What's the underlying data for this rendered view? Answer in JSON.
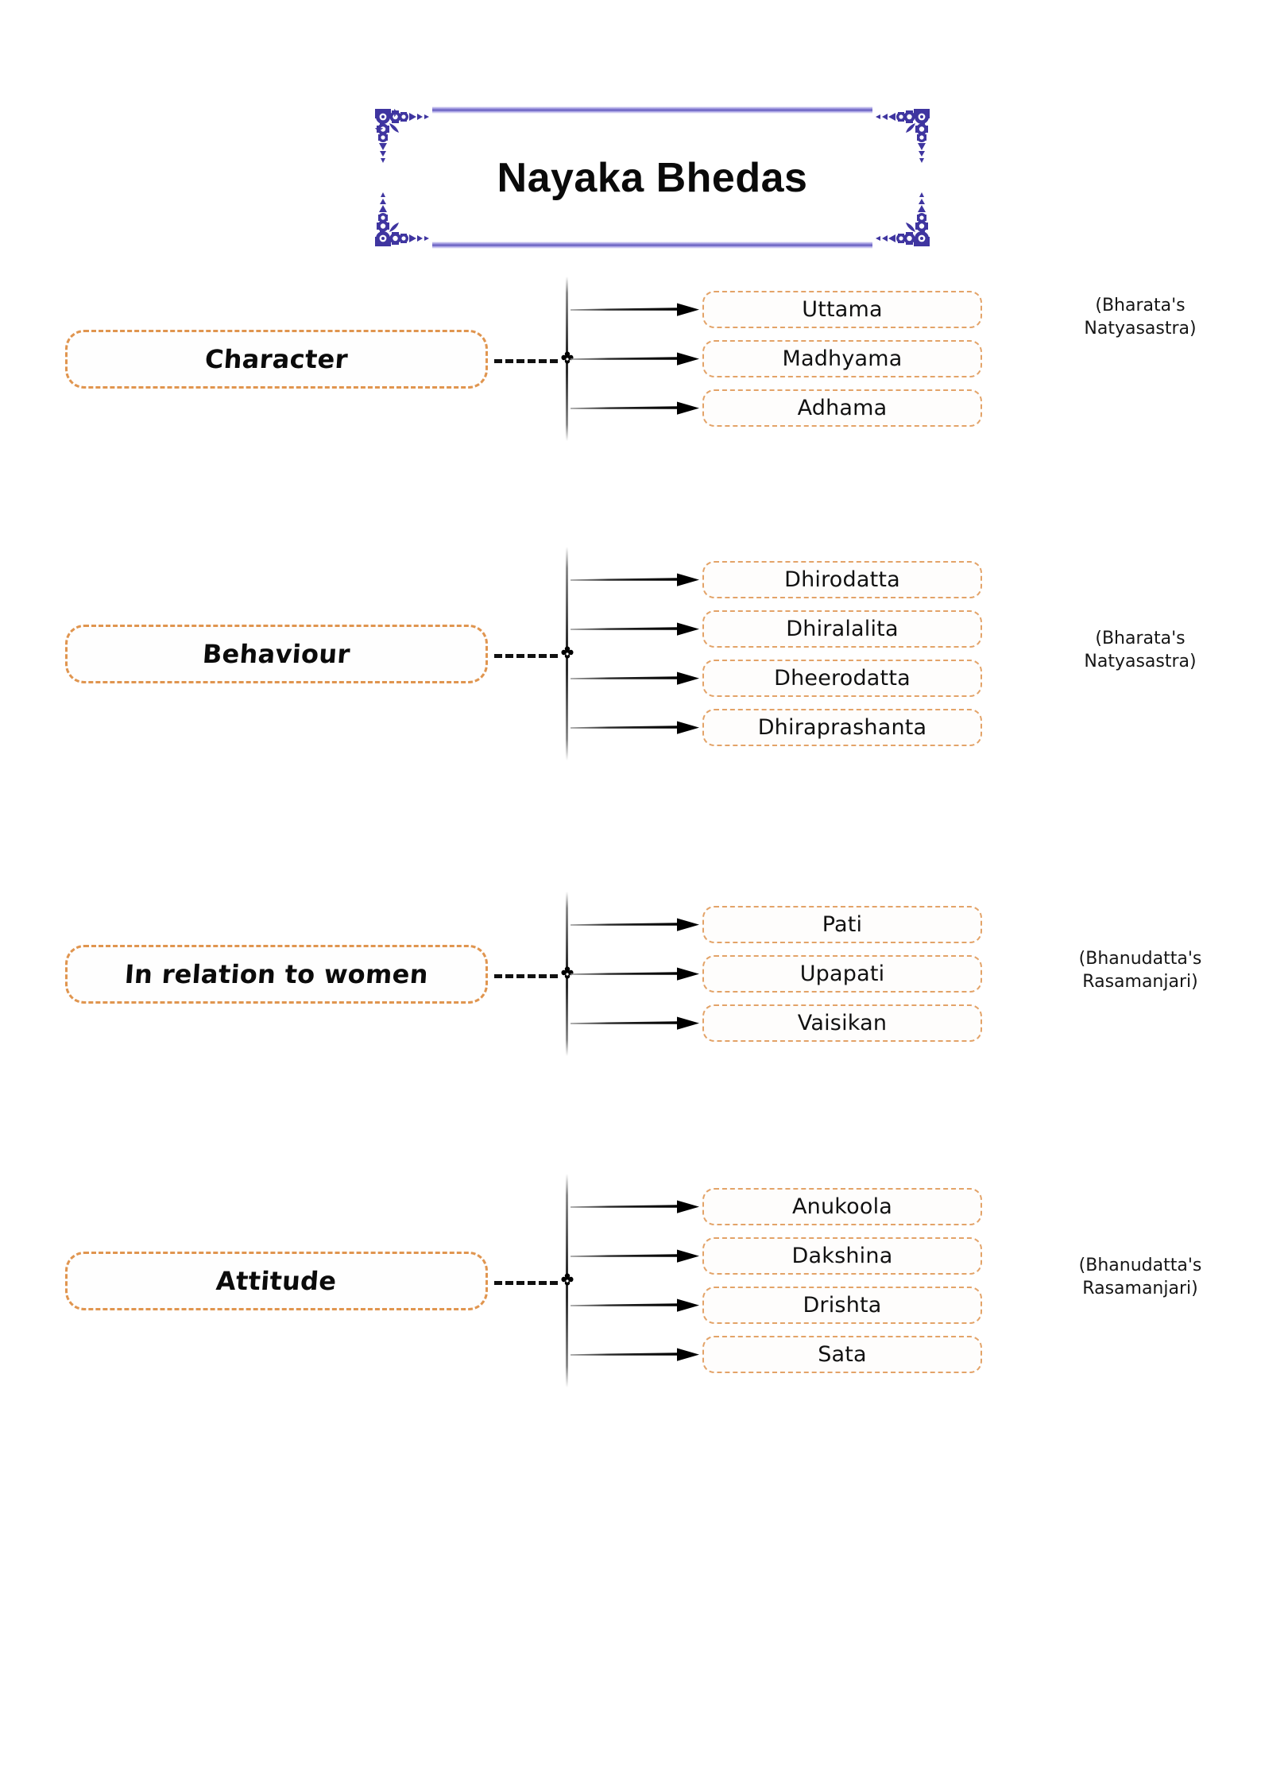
{
  "title": {
    "text": "Nayaka Bhedas",
    "frame_color": "#3f35a0",
    "frame_bar_color": "#8b83d6"
  },
  "theme": {
    "category_border": "#e0954f",
    "item_border": "#e3a368",
    "arrow_color": "#000000",
    "spine_color": "#2b2b2b",
    "text_color": "#111111",
    "background": "#ffffff"
  },
  "sections": [
    {
      "id": "character",
      "label": "Character",
      "citation": "(Bharata's\nNatyasastra)",
      "items": [
        "Uttama",
        "Madhyama",
        "Adhama"
      ]
    },
    {
      "id": "behaviour",
      "label": "Behaviour",
      "citation": "(Bharata's\nNatyasastra)",
      "items": [
        "Dhirodatta",
        "Dhiralalita",
        "Dheerodatta",
        "Dhiraprashanta"
      ]
    },
    {
      "id": "in-relation-to-women",
      "label": "In relation to women",
      "citation": "(Bhanudatta's\nRasamanjari)",
      "items": [
        "Pati",
        "Upapati",
        "Vaisikan"
      ]
    },
    {
      "id": "attitude",
      "label": "Attitude",
      "citation": "(Bhanudatta's\nRasamanjari)",
      "items": [
        "Anukoola",
        "Dakshina",
        "Drishta",
        "Sata"
      ]
    }
  ]
}
